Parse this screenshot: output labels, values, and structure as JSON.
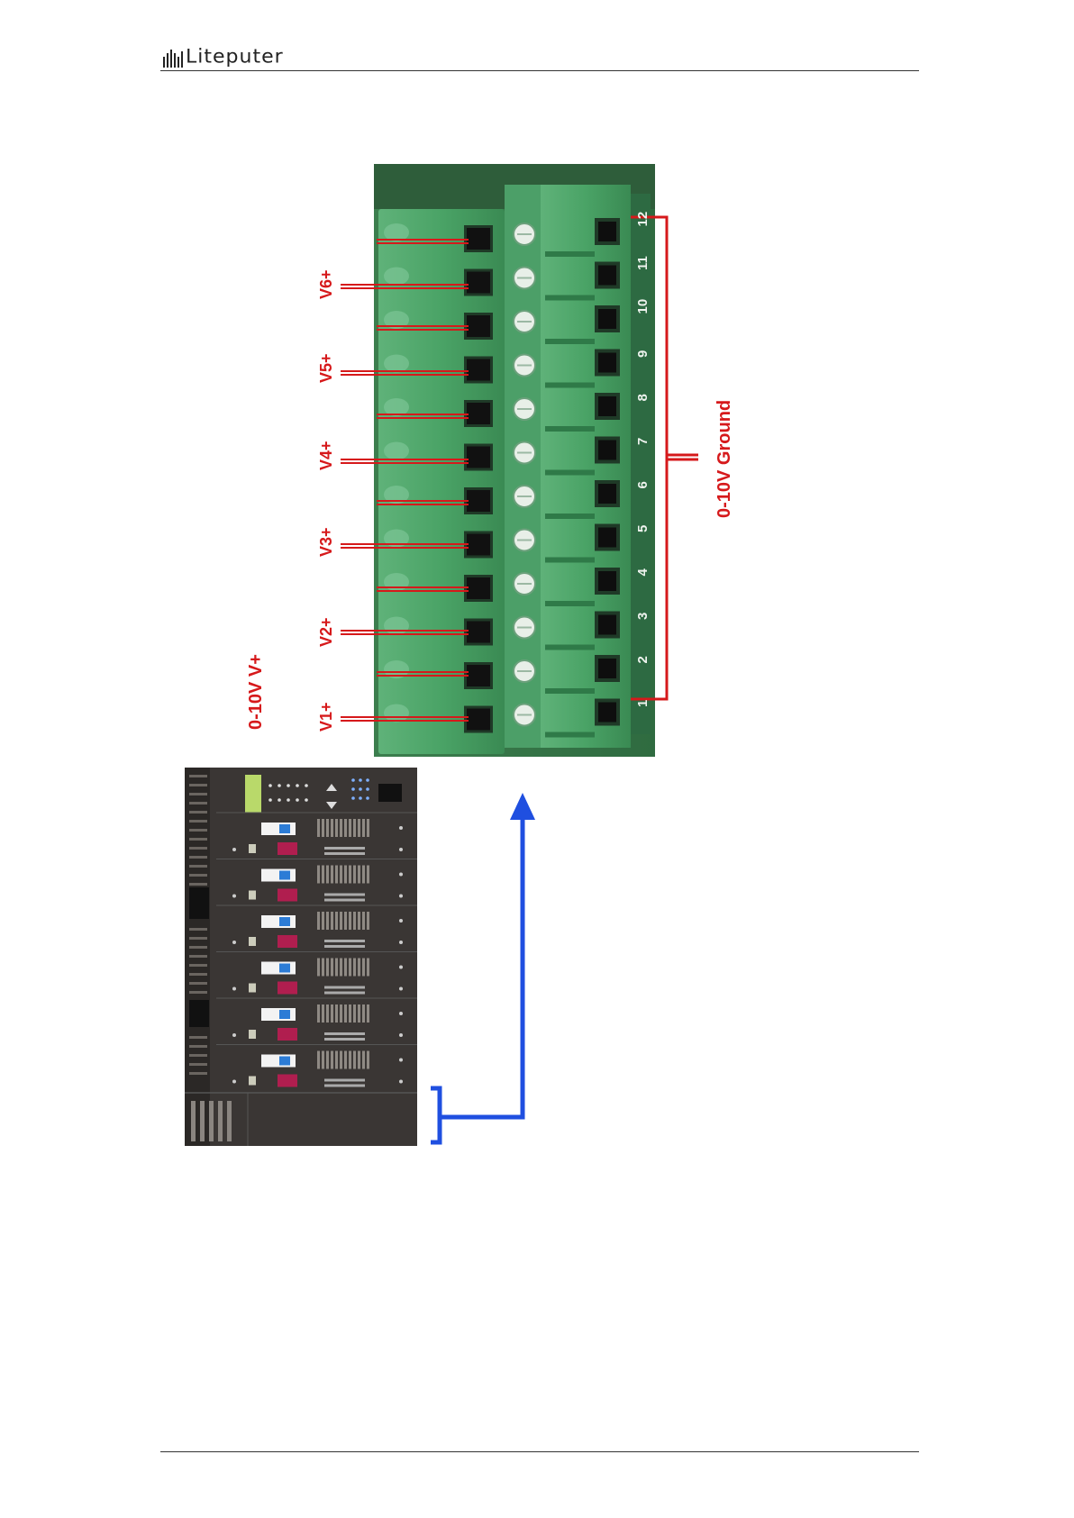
{
  "header": {
    "logo_text": "Liteputer"
  },
  "diagram": {
    "voltage_group_label": "0-10V V+",
    "ground_label": "0-10V Ground",
    "channel_labels": [
      "V1+",
      "V2+",
      "V3+",
      "V4+",
      "V5+",
      "V6+"
    ],
    "terminal_numbers": [
      "1",
      "2",
      "3",
      "4",
      "5",
      "6",
      "7",
      "8",
      "9",
      "10",
      "11",
      "12"
    ],
    "colors": {
      "label_red": "#d6191b",
      "arrow_blue": "#1f4fe0",
      "terminal_green": "#3f9a5c",
      "device_dark": "#3a3634"
    }
  }
}
